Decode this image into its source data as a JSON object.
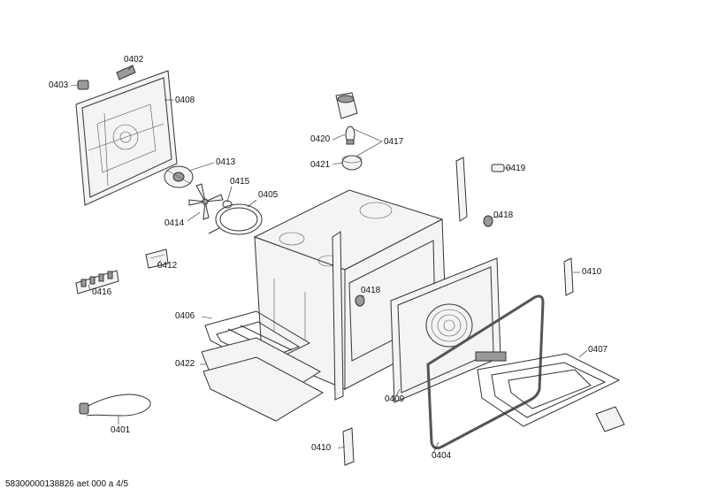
{
  "labels": {
    "p0402": "0402",
    "p0403": "0403",
    "p0408": "0408",
    "p0413": "0413",
    "p0415": "0415",
    "p0405": "0405",
    "p0414": "0414",
    "p0412": "0412",
    "p0416": "0416",
    "p0420": "0420",
    "p0417": "0417",
    "p0421": "0421",
    "p0419": "0419",
    "p0418a": "0418",
    "p0418b": "0418",
    "p0410a": "0410",
    "p0410b": "0410",
    "p0406": "0406",
    "p0407": "0407",
    "p0422": "0422",
    "p0409": "0409",
    "p0404": "0404",
    "p0401": "0401"
  },
  "footer": "58300000138826 aet 000 a 4/5"
}
